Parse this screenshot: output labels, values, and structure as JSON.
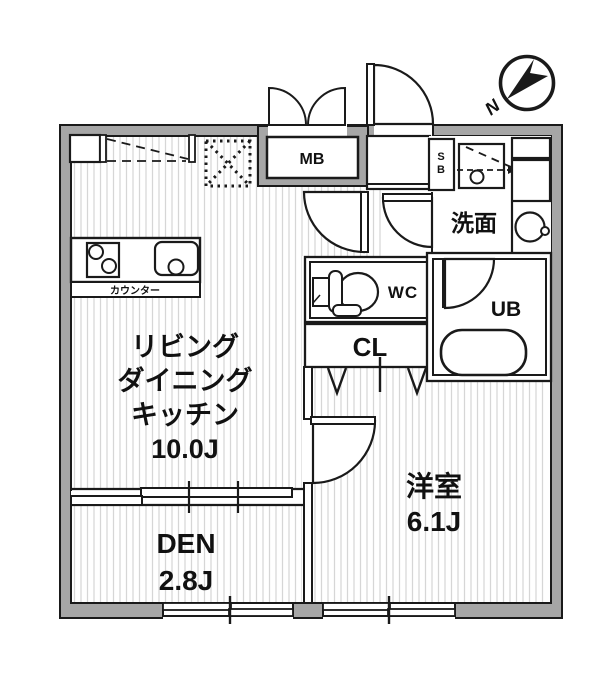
{
  "title": "apartment-floor-plan",
  "compass": {
    "north_label": "N"
  },
  "labels": {
    "ldk": {
      "lines": [
        "リビング",
        "ダイニング",
        "キッチン",
        "10.0J"
      ]
    },
    "den": {
      "name": "DEN",
      "size": "2.8J"
    },
    "western_room": {
      "name": "洋室",
      "size": "6.1J"
    },
    "wc": "WC",
    "cl": "CL",
    "ub": "UB",
    "washroom": "洗面",
    "meter_box": "MB",
    "shoe_box": {
      "top": "S",
      "bottom": "B"
    },
    "counter": "カウンター"
  },
  "colors": {
    "wall": "#a6a6a6",
    "line": "#1a1a1a",
    "floor_stripe": "#d6d6d6",
    "background": "#ffffff"
  }
}
